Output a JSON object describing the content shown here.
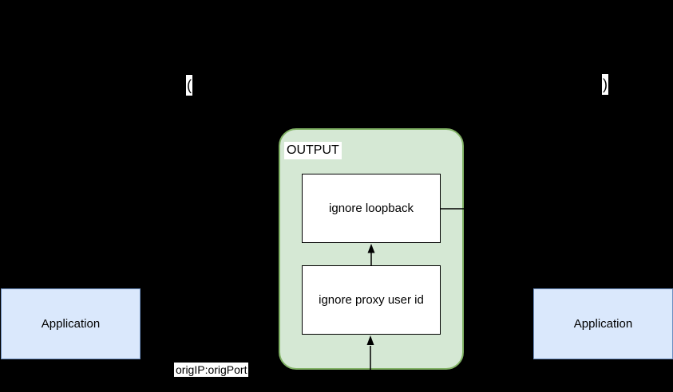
{
  "diagram": {
    "background": "#000000",
    "colors": {
      "chain_fill": "#d5e8d4",
      "chain_stroke": "#82b366",
      "rule_fill": "#ffffff",
      "rule_stroke": "#000000",
      "app_fill": "#dae8fc",
      "app_stroke": "#6c8ebf",
      "label_bg": "#ffffff",
      "text": "#000000",
      "connector": "#000000"
    },
    "chain": {
      "label": "OUTPUT",
      "rules": [
        {
          "label": "ignore loopback"
        },
        {
          "label": "ignore proxy user id"
        }
      ]
    },
    "nodes": {
      "app_left": {
        "label": "Application"
      },
      "app_right": {
        "label": "Application"
      }
    },
    "labels": {
      "paren_left": "(",
      "paren_right": ")",
      "edge_label": "origIP:origPort"
    }
  }
}
